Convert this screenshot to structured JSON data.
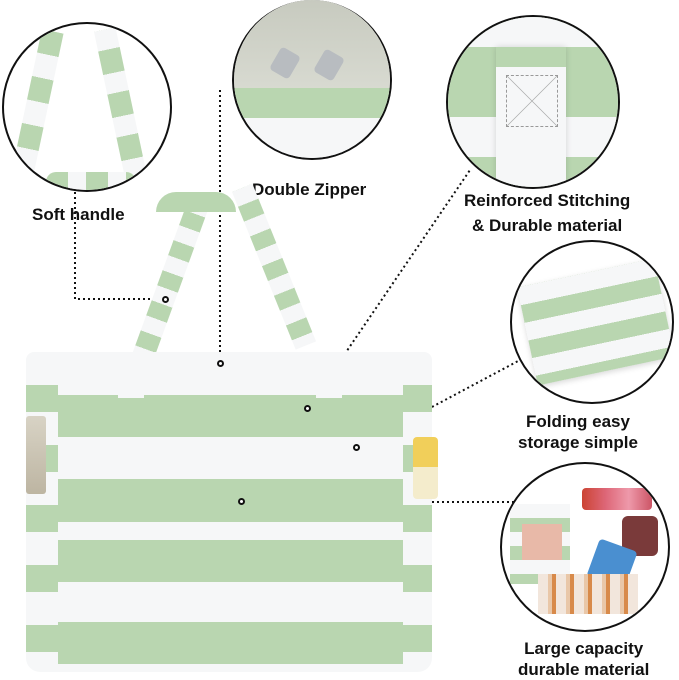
{
  "product": {
    "name": "Striped tote bag",
    "colors": {
      "stripe_green": "#b9d6b0",
      "stripe_white": "#f6f7f8",
      "text": "#111111"
    }
  },
  "features": [
    {
      "id": "soft-handle",
      "label": "Soft handle"
    },
    {
      "id": "double-zipper",
      "label": "Double Zipper"
    },
    {
      "id": "reinforced-stitching",
      "label_line1": "Reinforced Stitching",
      "label_line2": "& Durable material"
    },
    {
      "id": "folding",
      "label_line1": "Folding easy",
      "label_line2": "storage simple"
    },
    {
      "id": "large-capacity",
      "label_line1": "Large capacity",
      "label_line2": "durable material"
    }
  ]
}
